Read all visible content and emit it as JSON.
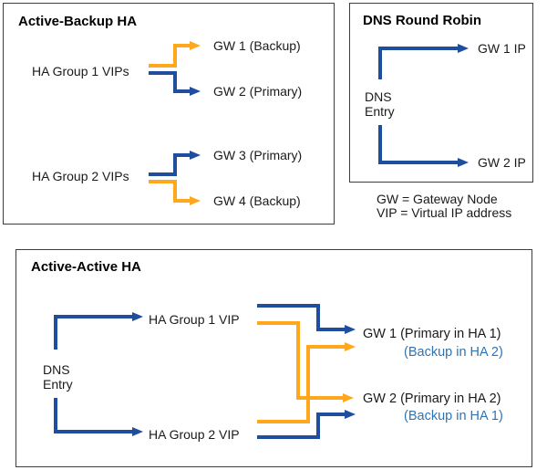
{
  "colors": {
    "arrow_blue": "#1F4E9E",
    "arrow_orange": "#FFA81E",
    "text_blue": "#2E74B5",
    "text": "#1A1A1A",
    "box_border": "#3D3D3D",
    "background": "#FFFFFF"
  },
  "active_backup": {
    "title": "Active-Backup HA",
    "group1": {
      "label": "HA Group 1 VIPs",
      "gw1": "GW 1 (Backup)",
      "gw2": "GW 2 (Primary)"
    },
    "group2": {
      "label": "HA Group 2 VIPs",
      "gw3": "GW 3 (Primary)",
      "gw4": "GW 4 (Backup)"
    }
  },
  "dns_round_robin": {
    "title": "DNS Round Robin",
    "dns_line1": "DNS",
    "dns_line2": "Entry",
    "gw1": "GW 1 IP",
    "gw2": "GW 2 IP"
  },
  "legend": {
    "line1": "GW = Gateway Node",
    "line2": "VIP = Virtual IP address"
  },
  "active_active": {
    "title": "Active-Active HA",
    "dns_line1": "DNS",
    "dns_line2": "Entry",
    "group1": "HA Group 1 VIP",
    "group2": "HA Group 2 VIP",
    "gw1_primary": "GW 1 (Primary in HA 1)",
    "gw1_backup": "(Backup in HA 2)",
    "gw2_primary": "GW 2 (Primary in HA 2)",
    "gw2_backup": "(Backup in HA 1)"
  }
}
